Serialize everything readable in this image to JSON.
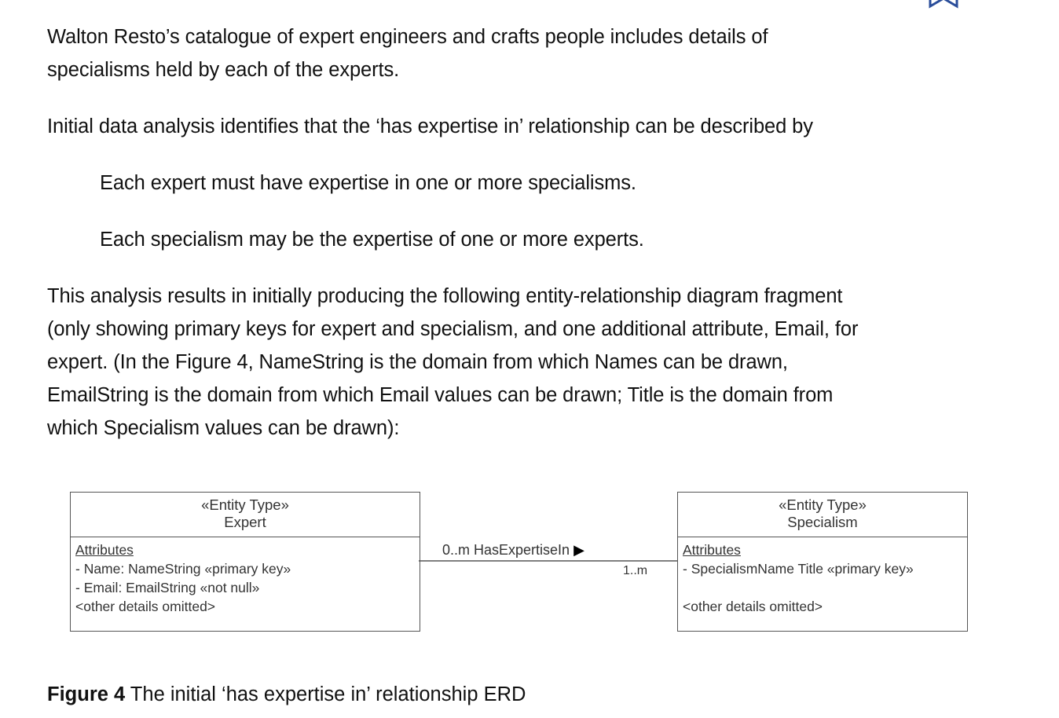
{
  "text": {
    "para1_line1": "Walton Resto’s catalogue of expert engineers and crafts people includes details of",
    "para1_line2": "specialisms held by each of the experts.",
    "para2": "Initial data analysis identifies that the ‘has expertise in’ relationship can be described by",
    "rule1": "Each expert must have expertise in one or more specialisms.",
    "rule2": "Each specialism may be the expertise of one or more experts.",
    "para3_line1": "This analysis results in initially producing the following entity-relationship diagram fragment",
    "para3_line2": "(only showing primary keys for expert and specialism, and one additional attribute, Email, for",
    "para3_line3": "expert. (In the Figure 4, NameString is the domain from which Names can be drawn,",
    "para3_line4": "EmailString is the domain from which Email values can be drawn; Title is the domain from",
    "para3_line5": "which Specialism values can be drawn):"
  },
  "diagram": {
    "expert": {
      "stereotype": "«Entity Type»",
      "name": "Expert",
      "attributes_heading": "Attributes",
      "attr1": "- Name: NameString «primary key»",
      "attr2": "- Email: EmailString «not null»",
      "other": "<other details omitted>"
    },
    "specialism": {
      "stereotype": "«Entity Type»",
      "name": "Specialism",
      "attributes_heading": "Attributes",
      "attr1": "- SpecialismName Title «primary key»",
      "other": "<other details omitted>"
    },
    "relationship": {
      "label": "0..m HasExpertiseIn",
      "direction_glyph": "▶",
      "right_multiplicity": "1..m"
    }
  },
  "caption": {
    "label": "Figure 4",
    "text": " The initial ‘has expertise in’ relationship ERD"
  },
  "icons": {
    "corner": "bookmark-icon"
  },
  "colors": {
    "box_border": "#555555",
    "text": "#111111",
    "corner_icon": "#2a4d9a"
  }
}
